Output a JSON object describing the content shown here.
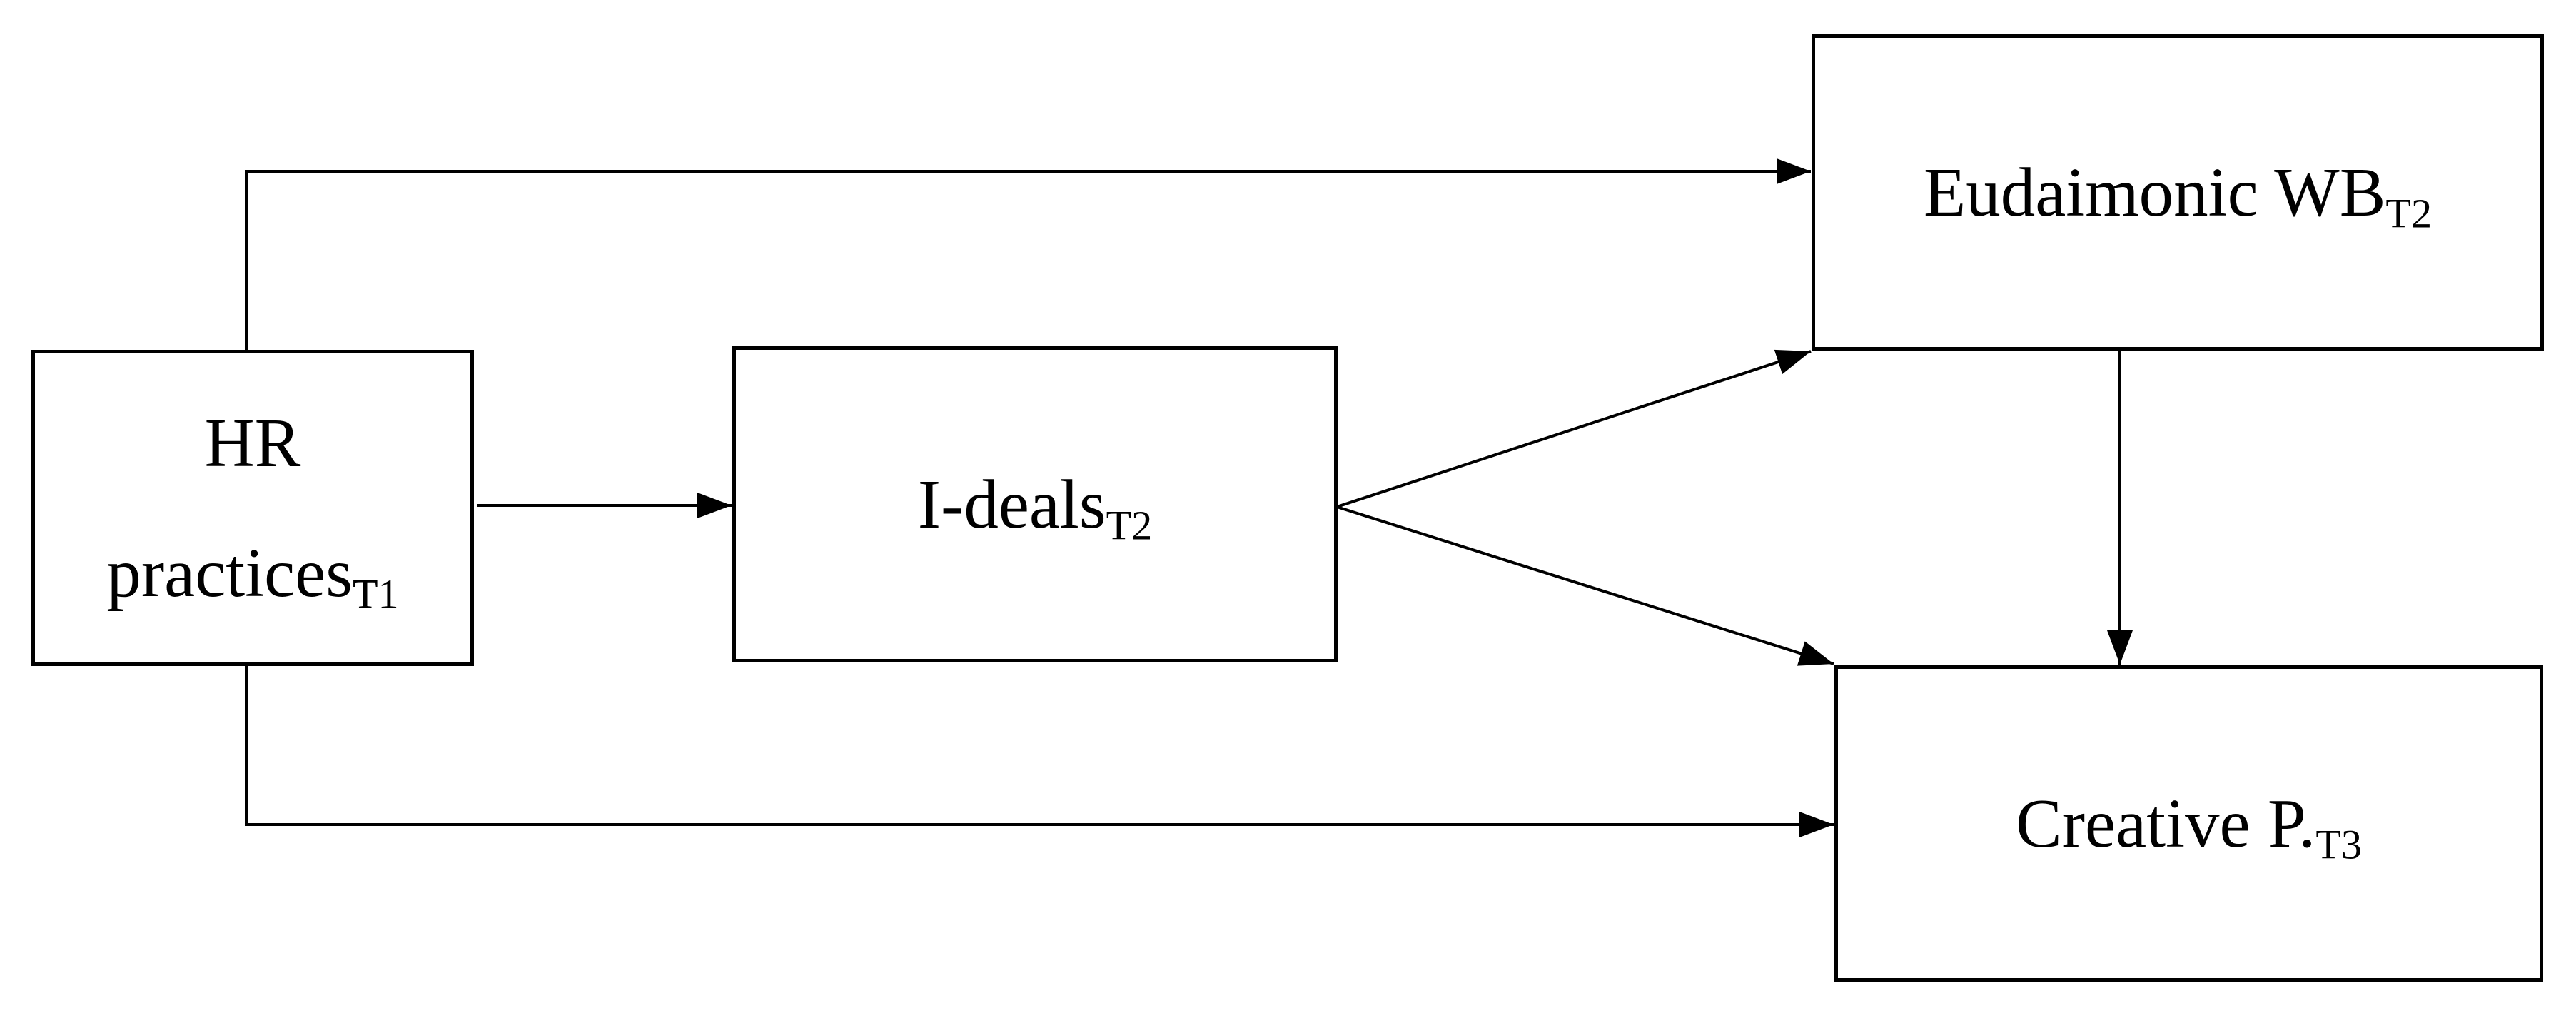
{
  "diagram": {
    "background_color": "#ffffff",
    "ink_color": "#000000",
    "nodes": {
      "hr_practices": {
        "line1": "HR",
        "line2": "practices",
        "subscript": "T1"
      },
      "i_deals": {
        "label": "I-deals",
        "subscript": "T2"
      },
      "eudaimonic_wb": {
        "label": "Eudaimonic WB",
        "subscript": "T2"
      },
      "creative_p": {
        "label": "Creative P.",
        "subscript": "T3"
      }
    },
    "edges": [
      {
        "from": "hr_practices",
        "to": "eudaimonic_wb",
        "style": "elbow-top"
      },
      {
        "from": "hr_practices",
        "to": "i_deals",
        "style": "straight"
      },
      {
        "from": "hr_practices",
        "to": "creative_p",
        "style": "elbow-bottom"
      },
      {
        "from": "i_deals",
        "to": "eudaimonic_wb",
        "style": "diagonal-up"
      },
      {
        "from": "i_deals",
        "to": "creative_p",
        "style": "diagonal-down"
      },
      {
        "from": "eudaimonic_wb",
        "to": "creative_p",
        "style": "vertical"
      }
    ]
  }
}
